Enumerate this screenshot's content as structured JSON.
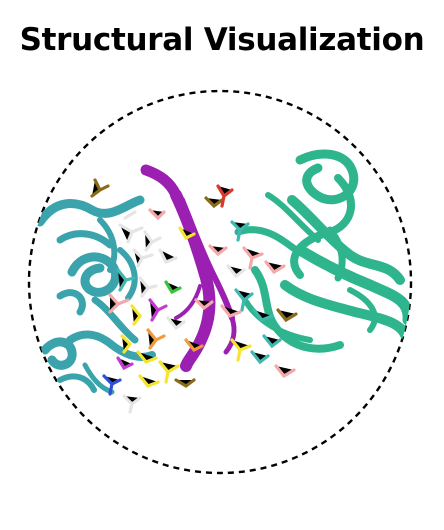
{
  "title": "Structural Visualization",
  "colors": {
    "background": "#ffffff",
    "title_text": "#000000",
    "circle_outline": "#000000",
    "protein_left": "#3aa3ac",
    "protein_right": "#2fb58e",
    "nucleic_acid": "#9b1fb0",
    "ligand_colors": [
      "#f4a9a8",
      "#e5e5e5",
      "#f5e430",
      "#f09a3a",
      "#c43bd0",
      "#3fb8b0",
      "#8b6a1a",
      "#2f4fd8",
      "#d83a2a",
      "#38c23a"
    ]
  },
  "figure": {
    "type": "molecular-structure-render",
    "outline": "dashed-circle",
    "representations": [
      "ribbon-cartoon",
      "stick-side-chains"
    ]
  }
}
